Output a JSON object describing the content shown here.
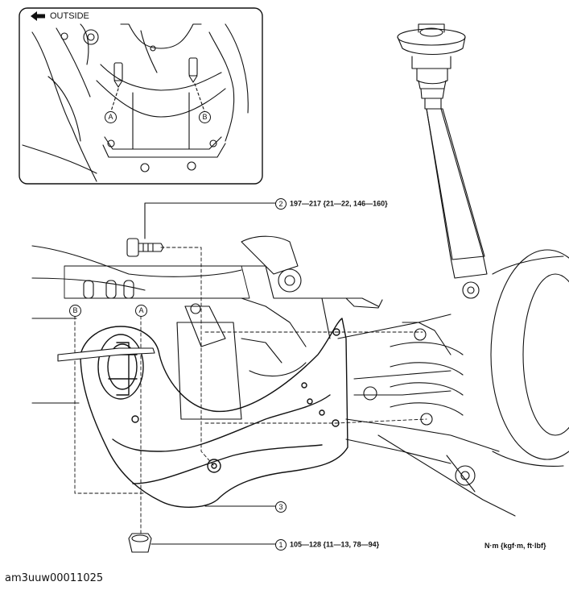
{
  "inset": {
    "direction_label": "OUTSIDE",
    "icon": "left-arrow-icon"
  },
  "callouts": [
    {
      "number": "2",
      "spec": "197—217 {21—22, 146—160}"
    },
    {
      "number": "3",
      "spec": ""
    },
    {
      "number": "1",
      "spec": "105—128 {11—13, 78—94}"
    }
  ],
  "points": {
    "a": "A",
    "b": "B"
  },
  "units": "N·m {kgf·m, ft·lbf}",
  "figure_id": "am3uuw00011025"
}
